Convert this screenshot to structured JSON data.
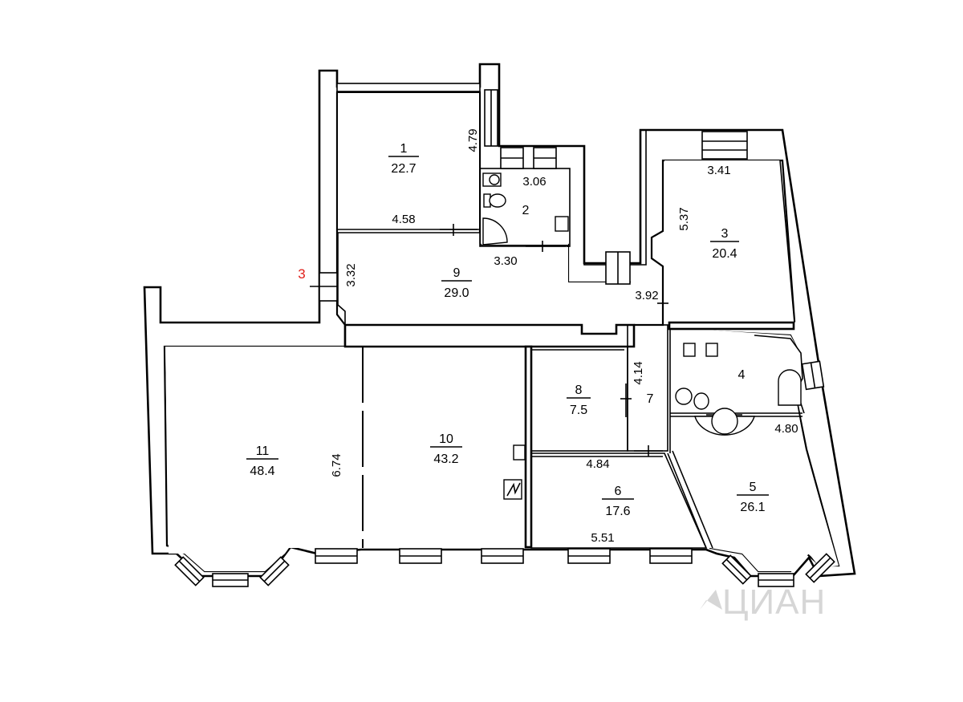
{
  "rooms": [
    {
      "num": "1",
      "area": "22.7"
    },
    {
      "num": "2",
      "area": ""
    },
    {
      "num": "3",
      "area": "20.4"
    },
    {
      "num": "4",
      "area": ""
    },
    {
      "num": "5",
      "area": "26.1"
    },
    {
      "num": "6",
      "area": "17.6"
    },
    {
      "num": "7",
      "area": ""
    },
    {
      "num": "8",
      "area": "7.5"
    },
    {
      "num": "9",
      "area": "29.0"
    },
    {
      "num": "10",
      "area": "43.2"
    },
    {
      "num": "11",
      "area": "48.4"
    }
  ],
  "dimensions": [
    "4.79",
    "3.06",
    "4.58",
    "3.30",
    "3.32",
    "3.41",
    "5.37",
    "3.92",
    "4.14",
    "4.80",
    "4.84",
    "5.51",
    "6.74"
  ],
  "entrance_marker": "3",
  "watermark": "ЦИАН"
}
